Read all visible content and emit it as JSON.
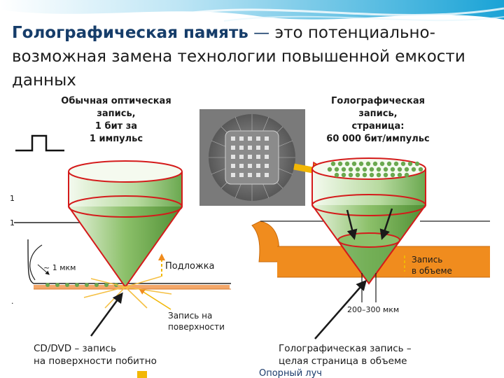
{
  "slide": {
    "title_bold": "Голографическая память",
    "title_dash": "—",
    "title_rest": "это потенциально-возможная замена технологии повышенной емкости данных"
  },
  "diagram": {
    "left_heading": [
      "Обычная оптическая",
      "запись,",
      "1 бит за",
      "1 импульс"
    ],
    "right_heading": [
      "Голографическая",
      "запись,",
      "страница:",
      "60 000 бит/импульс"
    ],
    "label_1mkm": "~ 1 мкм",
    "label_substrate": "Подложка",
    "label_surface_record": [
      "Запись на",
      "поверхности"
    ],
    "label_volume_record": [
      "Запись",
      "в объеме"
    ],
    "label_thickness": "200–300 мкм",
    "caption_left": [
      "CD/DVD – запись",
      "на поверхности побитно"
    ],
    "caption_right": [
      "Голографическая запись –",
      "целая страница в объеме"
    ],
    "label_reference_beam": "Опорный луч",
    "side_marks": [
      "1",
      "1",
      "."
    ]
  },
  "colors": {
    "green": "#6aa84f",
    "cone_outline": "#d41b1b",
    "orange": "#f08c1e",
    "arrow_yellow": "#f2b705",
    "title_blue": "#163d6a"
  }
}
